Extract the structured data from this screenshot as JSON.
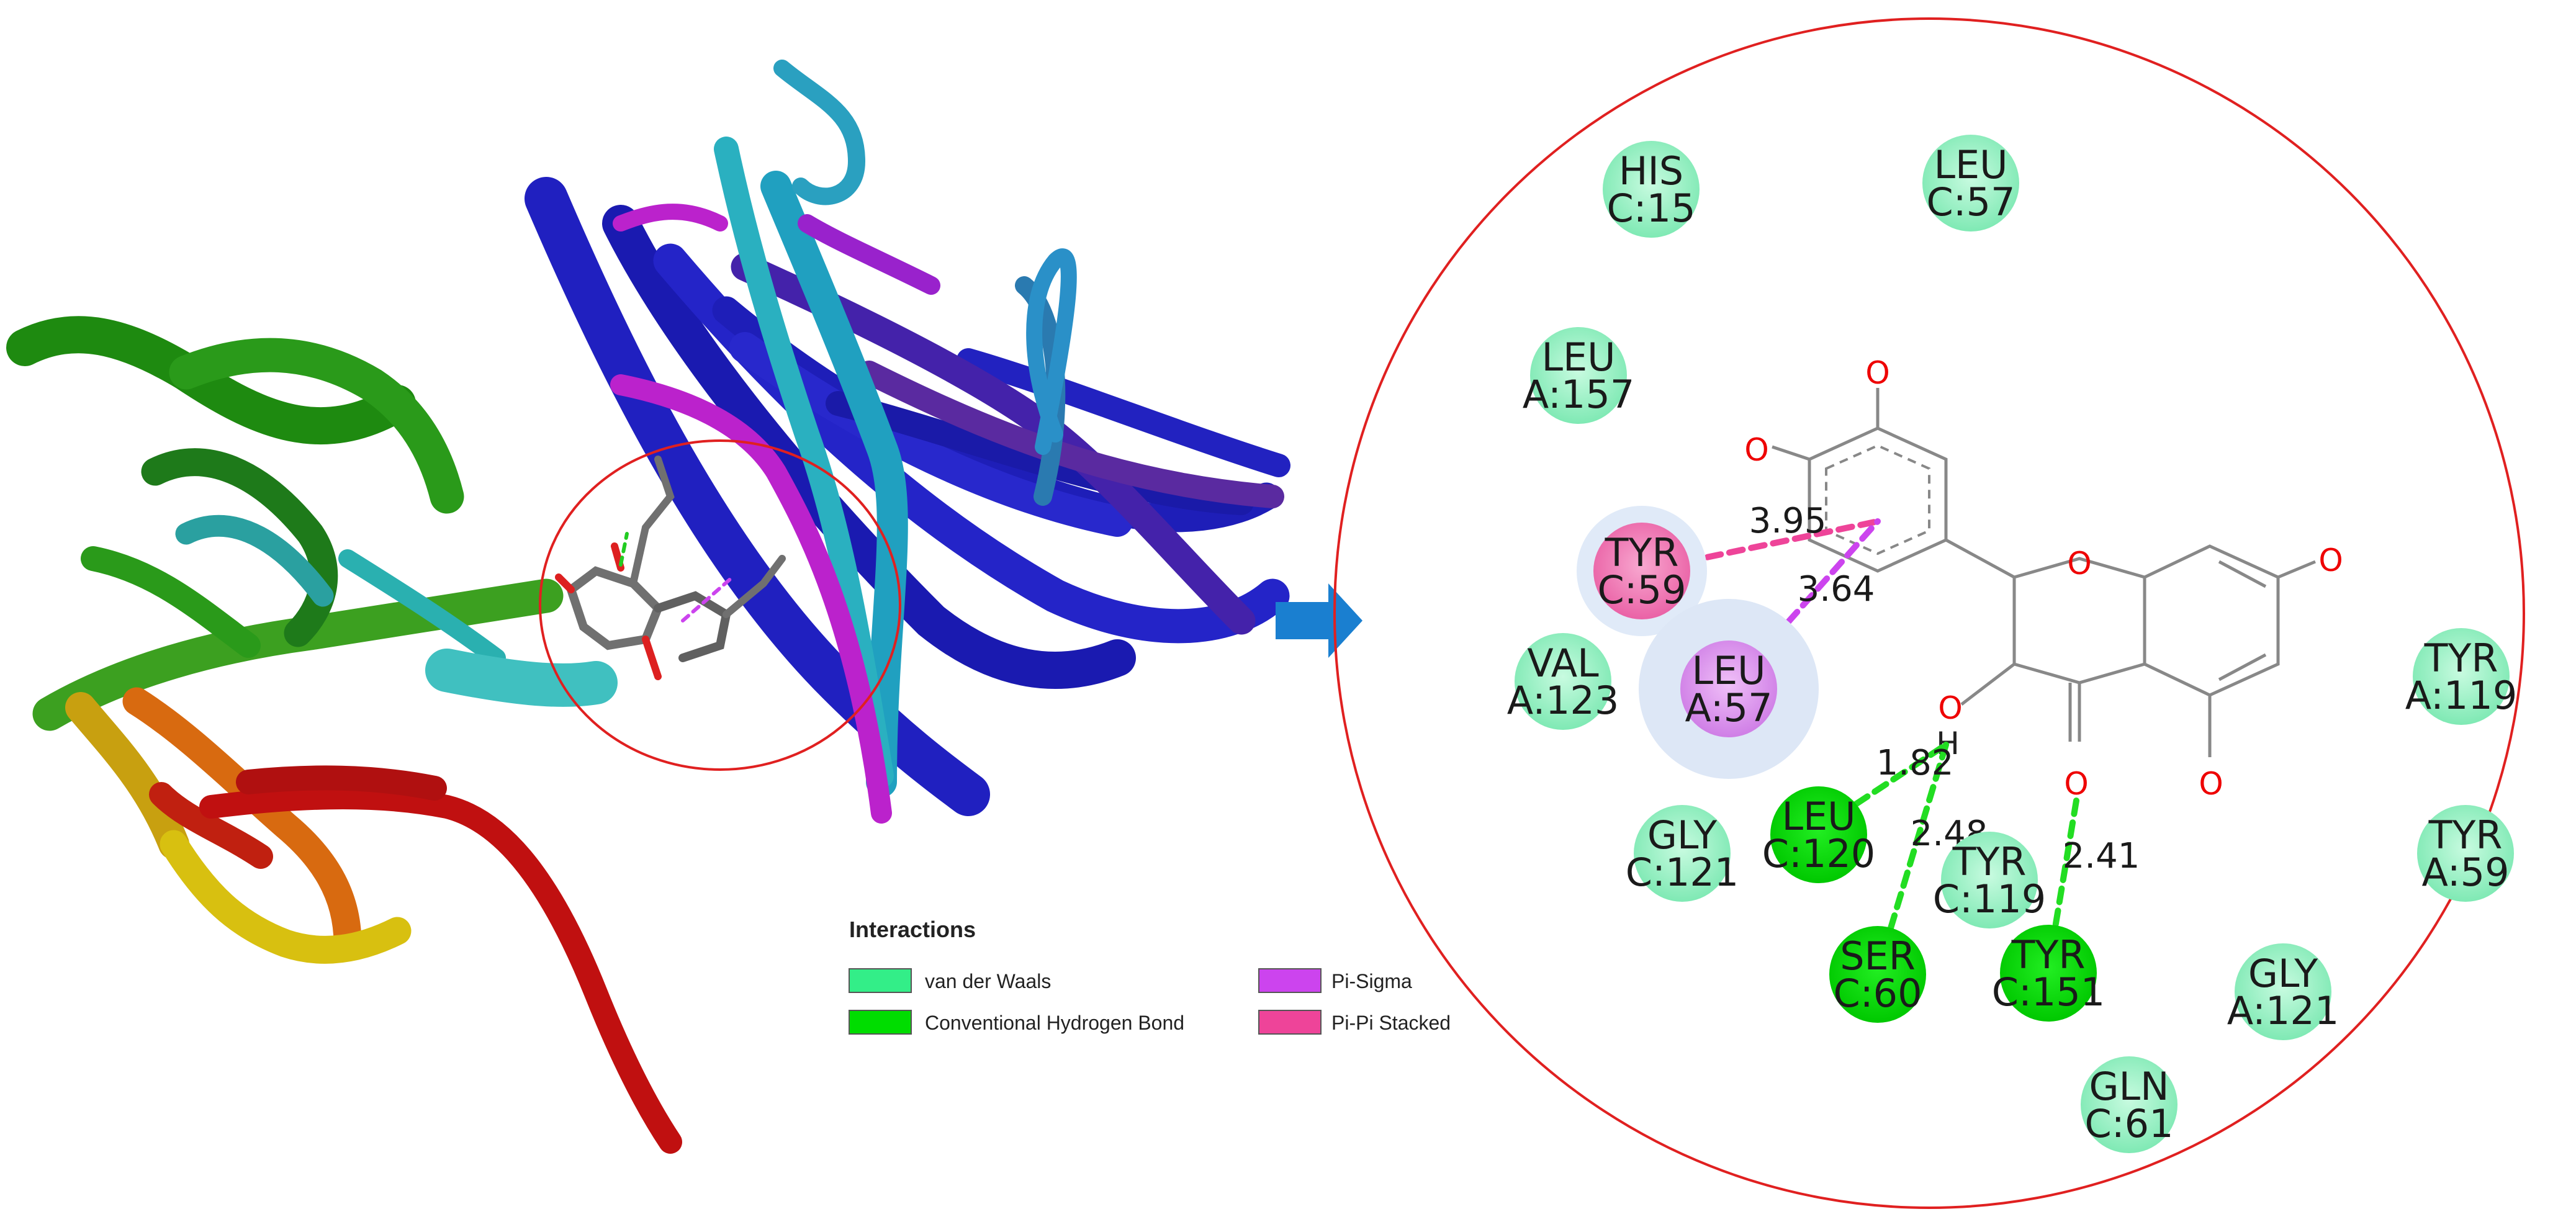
{
  "colors": {
    "van_der_waals": "#33ee88",
    "conventional_h_bond": "#00dd00",
    "pi_sigma": "#cc44ee",
    "pi_pi_stacked": "#ee4499",
    "circle": "#e02020",
    "arrow": "#1a7fd0",
    "bond": "#808080",
    "oxygen": "#ee0000"
  },
  "legend": {
    "title": "Interactions",
    "items": [
      {
        "label": "van der Waals",
        "type": "van_der_waals"
      },
      {
        "label": "Conventional Hydrogen Bond",
        "type": "conventional_h_bond"
      },
      {
        "label": "Pi-Sigma",
        "type": "pi_sigma"
      },
      {
        "label": "Pi-Pi Stacked",
        "type": "pi_pi_stacked"
      }
    ]
  },
  "residues": [
    {
      "name": "HIS",
      "chain": "C:15",
      "type": "van_der_waals"
    },
    {
      "name": "LEU",
      "chain": "C:57",
      "type": "van_der_waals"
    },
    {
      "name": "LEU",
      "chain": "A:157",
      "type": "van_der_waals"
    },
    {
      "name": "TYR",
      "chain": "C:59",
      "type": "pi_pi_stacked"
    },
    {
      "name": "LEU",
      "chain": "A:57",
      "type": "pi_sigma"
    },
    {
      "name": "VAL",
      "chain": "A:123",
      "type": "van_der_waals"
    },
    {
      "name": "GLY",
      "chain": "C:121",
      "type": "van_der_waals"
    },
    {
      "name": "LEU",
      "chain": "C:120",
      "type": "conventional_h_bond"
    },
    {
      "name": "SER",
      "chain": "C:60",
      "type": "conventional_h_bond"
    },
    {
      "name": "TYR",
      "chain": "C:119",
      "type": "van_der_waals"
    },
    {
      "name": "TYR",
      "chain": "C:151",
      "type": "conventional_h_bond"
    },
    {
      "name": "GLY",
      "chain": "A:121",
      "type": "van_der_waals"
    },
    {
      "name": "GLN",
      "chain": "C:61",
      "type": "van_der_waals"
    },
    {
      "name": "TYR",
      "chain": "A:119",
      "type": "van_der_waals"
    },
    {
      "name": "TYR",
      "chain": "A:59",
      "type": "van_der_waals"
    }
  ],
  "distances": [
    "3.95",
    "3.64",
    "1.82",
    "2.48",
    "2.41"
  ],
  "atom_labels": {
    "oxygen": "O",
    "hydrogen": "H"
  }
}
